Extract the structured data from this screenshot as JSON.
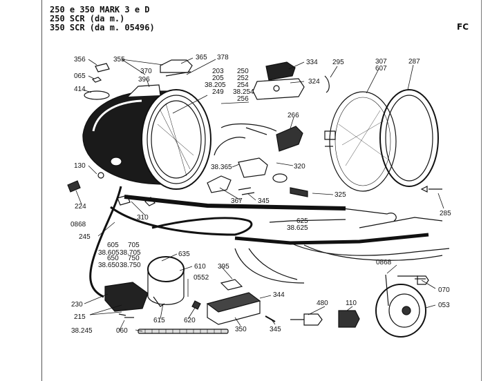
{
  "header": {
    "lines": [
      "250 e 350 MARK 3 e D",
      "250 SCR (da m.)",
      "350 SCR (da m. 05496)"
    ],
    "code": "FC"
  },
  "callouts": [
    {
      "id": "c356",
      "text": "356"
    },
    {
      "id": "c355",
      "text": "355"
    },
    {
      "id": "c365",
      "text": "365"
    },
    {
      "id": "c378",
      "text": "378"
    },
    {
      "id": "c065",
      "text": "065"
    },
    {
      "id": "c370",
      "text": "370"
    },
    {
      "id": "c396",
      "text": "396"
    },
    {
      "id": "c414",
      "text": "414"
    },
    {
      "id": "c203",
      "text": "203"
    },
    {
      "id": "c205",
      "text": "205"
    },
    {
      "id": "c38205",
      "text": "38.205"
    },
    {
      "id": "c249",
      "text": "249"
    },
    {
      "id": "c250",
      "text": "250"
    },
    {
      "id": "c252",
      "text": "252"
    },
    {
      "id": "c254",
      "text": "254"
    },
    {
      "id": "c38254",
      "text": "38.254"
    },
    {
      "id": "c256",
      "text": "256"
    },
    {
      "id": "c334",
      "text": "334"
    },
    {
      "id": "c324",
      "text": "324"
    },
    {
      "id": "c295",
      "text": "295"
    },
    {
      "id": "c307",
      "text": "307"
    },
    {
      "id": "c607",
      "text": "607"
    },
    {
      "id": "c287",
      "text": "287"
    },
    {
      "id": "c266",
      "text": "266"
    },
    {
      "id": "c130",
      "text": "130"
    },
    {
      "id": "c38365",
      "text": "38.365"
    },
    {
      "id": "c320",
      "text": "320"
    },
    {
      "id": "c224",
      "text": "224"
    },
    {
      "id": "c367",
      "text": "367"
    },
    {
      "id": "c345a",
      "text": "345"
    },
    {
      "id": "c325",
      "text": "325"
    },
    {
      "id": "c285",
      "text": "285"
    },
    {
      "id": "c0868a",
      "text": "0868"
    },
    {
      "id": "c310",
      "text": "310"
    },
    {
      "id": "c625",
      "text": "625"
    },
    {
      "id": "c38625",
      "text": "38.625"
    },
    {
      "id": "c245",
      "text": "245"
    },
    {
      "id": "c605",
      "text": "605"
    },
    {
      "id": "c705",
      "text": "705"
    },
    {
      "id": "c38605",
      "text": "38.605"
    },
    {
      "id": "c38705",
      "text": "38.705"
    },
    {
      "id": "c635",
      "text": "635"
    },
    {
      "id": "c650",
      "text": "650"
    },
    {
      "id": "c750",
      "text": "750"
    },
    {
      "id": "c38650",
      "text": "38.650"
    },
    {
      "id": "c38750",
      "text": "38.750"
    },
    {
      "id": "c610",
      "text": "610"
    },
    {
      "id": "c395",
      "text": "395"
    },
    {
      "id": "c0868b",
      "text": "0868"
    },
    {
      "id": "c0552",
      "text": "0552"
    },
    {
      "id": "c070",
      "text": "070"
    },
    {
      "id": "c230",
      "text": "230"
    },
    {
      "id": "c344",
      "text": "344"
    },
    {
      "id": "c480",
      "text": "480"
    },
    {
      "id": "c110",
      "text": "110"
    },
    {
      "id": "c053",
      "text": "053"
    },
    {
      "id": "c215",
      "text": "215"
    },
    {
      "id": "c615",
      "text": "615"
    },
    {
      "id": "c620",
      "text": "620"
    },
    {
      "id": "c38245",
      "text": "38.245"
    },
    {
      "id": "c060",
      "text": "060"
    },
    {
      "id": "c350",
      "text": "350"
    },
    {
      "id": "c345b",
      "text": "345"
    }
  ]
}
